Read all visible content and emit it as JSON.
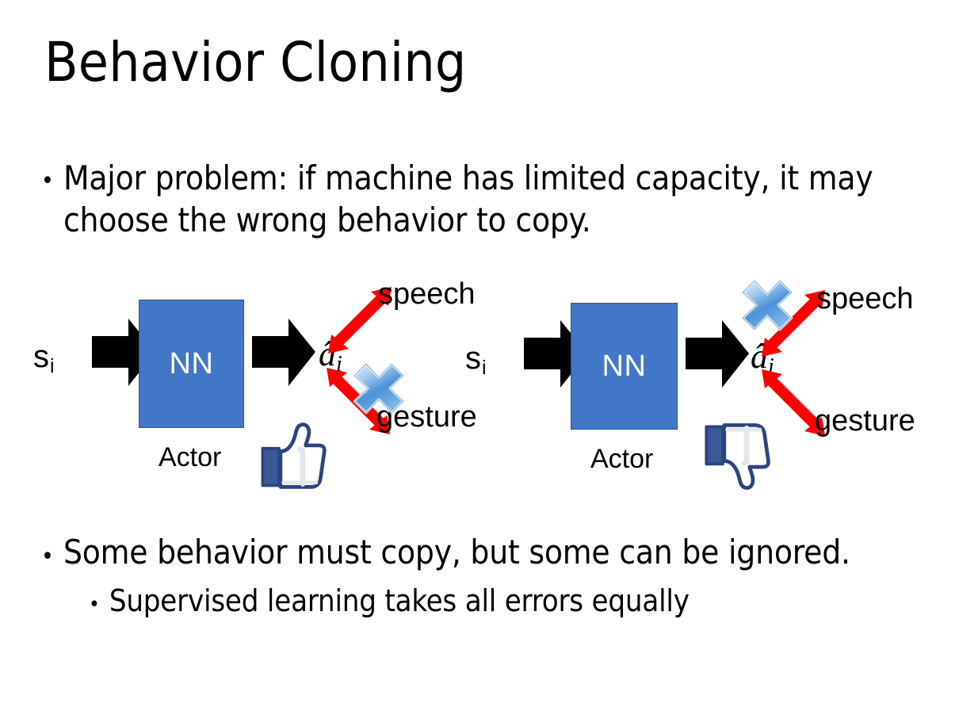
{
  "slide": {
    "title": "Behavior Cloning",
    "background_color": "#ffffff"
  },
  "bullets": {
    "top": "Major problem: if machine has limited capacity, it may choose the wrong behavior to copy.",
    "bottom_level1": "Some behavior must copy, but some can be ignored.",
    "bottom_level2": "Supervised learning takes all errors equally",
    "marker": "•"
  },
  "diagrams": [
    {
      "id": "left",
      "state_label": "s",
      "state_subscript": "i",
      "box_label": "NN",
      "box_caption": "Actor",
      "action_label": "â",
      "action_subscript": "i",
      "outcome_up": "speech",
      "outcome_down": "gesture",
      "crossed_outcome": "gesture",
      "feedback_icon": "thumbs-up-icon"
    },
    {
      "id": "right",
      "state_label": "s",
      "state_subscript": "i",
      "box_label": "NN",
      "box_caption": "Actor",
      "action_label": "â",
      "action_subscript": "i",
      "outcome_up": "speech",
      "outcome_down": "gesture",
      "crossed_outcome": "speech",
      "feedback_icon": "thumbs-down-icon"
    }
  ],
  "colors": {
    "nn_box_fill": "#4277C8",
    "nn_box_border": "#2f5597",
    "arrow_black": "#000000",
    "arrow_red": "#FF0000",
    "x_blue_light": "#cfe3f7",
    "x_blue_dark": "#2f7fd0",
    "thumb_blue": "#3b5998",
    "text_black": "#000000"
  }
}
